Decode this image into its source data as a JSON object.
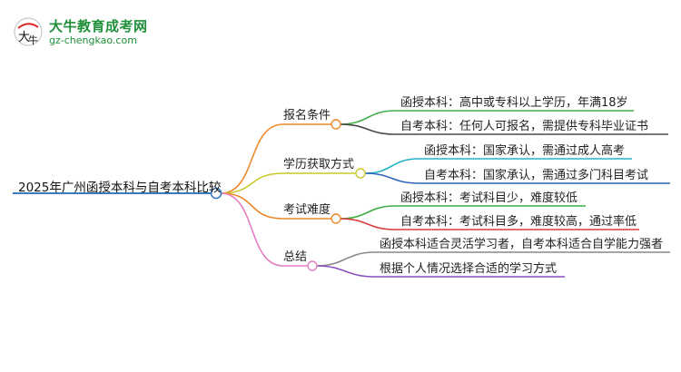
{
  "logo": {
    "title": "大牛教育成考网",
    "url": "gz-chengkao.com",
    "mark_text": "大牛",
    "color": "#1f8f3a"
  },
  "mindmap": {
    "root": "2025年广州函授本科与自考本科比较",
    "root_color": "#3a7bbf",
    "branches": [
      {
        "label": "报名条件",
        "color": "#ee8a2a",
        "children": [
          {
            "text": "函授本科：高中或专科以上学历，年满18岁",
            "color": "#3fae49"
          },
          {
            "text": "自考本科：任何人可报名，需提供专科毕业证书",
            "color": "#4a4a4a"
          }
        ]
      },
      {
        "label": "学历获取方式",
        "color": "#c8c82a",
        "children": [
          {
            "text": "函授本科：国家承认，需通过成人高考",
            "color": "#26b3c5"
          },
          {
            "text": "自考本科：国家承认，需通过多门科目考试",
            "color": "#2d63b8"
          }
        ]
      },
      {
        "label": "考试难度",
        "color": "#ee8a2a",
        "children": [
          {
            "text": "函授本科：考试科目少，难度较低",
            "color": "#3fae49"
          },
          {
            "text": "自考本科：考试科目多，难度较高，通过率低",
            "color": "#d93a3a"
          }
        ]
      },
      {
        "label": "总结",
        "color": "#e37fc2",
        "children": [
          {
            "text": "函授本科适合灵活学习者，自考本科适合自学能力强者",
            "color": "#888888"
          },
          {
            "text": "根据个人情况选择合适的学习方式",
            "color": "#8a4fbf"
          }
        ]
      }
    ]
  }
}
